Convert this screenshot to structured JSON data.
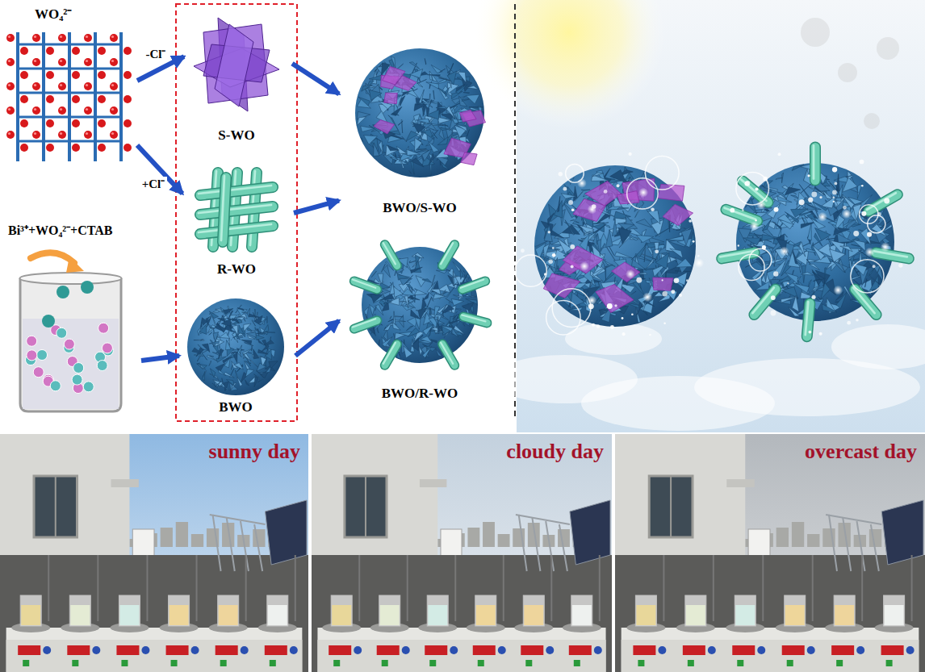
{
  "diagram": {
    "nodes": [
      {
        "text": [
          "WO₄²⁻"
        ]
      },
      {
        "text": [
          "S-WO"
        ]
      },
      {
        "text": [
          "R-WO"
        ]
      },
      {
        "text": [
          "Bi³⁺+WO₄²⁻+CTAB"
        ]
      },
      {
        "text": [
          "BWO"
        ]
      },
      {
        "text": [
          "BWO/S-WO"
        ]
      },
      {
        "text": [
          "BWO/R-WO"
        ]
      },
      {
        "text": [
          "sunny day"
        ]
      },
      {
        "text": [
          "cloudy day"
        ]
      },
      {
        "text": [
          "overcast day"
        ]
      }
    ],
    "edges": [
      {
        "from": 0,
        "to": 1,
        "arrow": "to",
        "label": "-Cl⁻"
      },
      {
        "from": 0,
        "to": 2,
        "arrow": "to",
        "label": "+Cl⁻"
      },
      {
        "from": 3,
        "to": 4,
        "arrow": "to"
      },
      {
        "from": 1,
        "to": 5,
        "arrow": "to"
      },
      {
        "from": 2,
        "to": 5,
        "arrow": "to"
      },
      {
        "from": 4,
        "to": 6,
        "arrow": "to"
      }
    ]
  }
}
